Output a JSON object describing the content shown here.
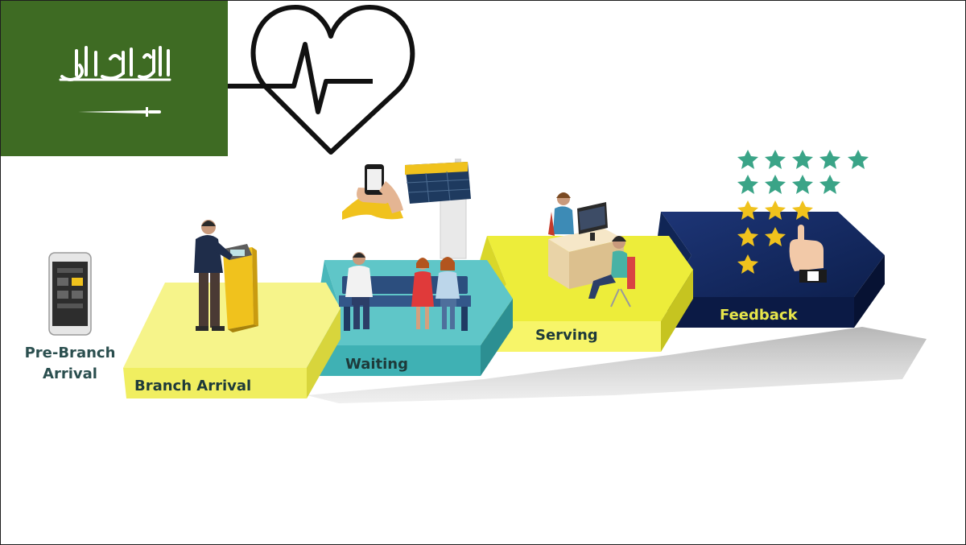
{
  "stages": {
    "pre_branch": "Pre-Branch Arrival",
    "branch_arrival": "Branch Arrival",
    "waiting": "Waiting",
    "serving": "Serving",
    "feedback": "Feedback"
  },
  "icons": {
    "flag": "saudi-flag-icon",
    "heart": "heartbeat-icon",
    "phone": "smartphone-icon",
    "kiosk": "ticket-kiosk-icon",
    "board": "display-board-icon",
    "desk": "service-desk-icon",
    "stars": "rating-stars-icon"
  },
  "colors": {
    "flag_green": "#3e6b23",
    "arrival_yellow": "#f6f48a",
    "waiting_teal": "#5fc6c8",
    "serving_yellow": "#eded3a",
    "feedback_navy": "#142a63",
    "star_teal": "#3aa487",
    "star_gold": "#f0c21d",
    "label_text": "#1e3a3a",
    "feedback_text": "#e8e64a"
  }
}
